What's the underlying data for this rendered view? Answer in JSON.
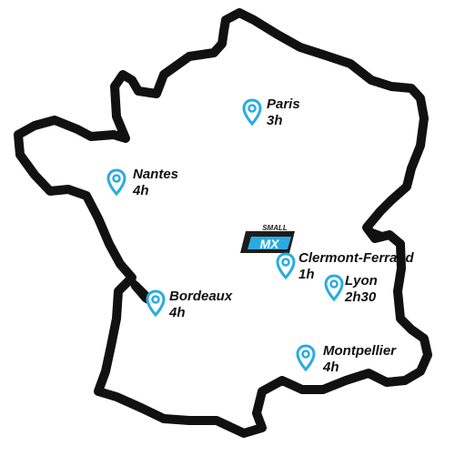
{
  "map": {
    "region": "France",
    "colors": {
      "outline": "#111111",
      "land": "#ffffff",
      "marker": "#29abe2",
      "brand_dark": "#1d1d1b",
      "brand_accent": "#29abe2"
    }
  },
  "brand": {
    "line1": "SMALL",
    "line2": "MX"
  },
  "locations": [
    {
      "id": "paris",
      "name": "Paris",
      "duration": "3h",
      "icon": "map-pin-icon"
    },
    {
      "id": "nantes",
      "name": "Nantes",
      "duration": "4h",
      "icon": "map-pin-icon"
    },
    {
      "id": "clermont-ferrand",
      "name": "Clermont-Ferrand",
      "duration": "1h",
      "icon": "map-pin-icon"
    },
    {
      "id": "lyon",
      "name": "Lyon",
      "duration": "2h30",
      "icon": "map-pin-icon"
    },
    {
      "id": "bordeaux",
      "name": "Bordeaux",
      "duration": "4h",
      "icon": "map-pin-icon"
    },
    {
      "id": "montpellier",
      "name": "Montpellier",
      "duration": "4h",
      "icon": "map-pin-icon"
    }
  ]
}
